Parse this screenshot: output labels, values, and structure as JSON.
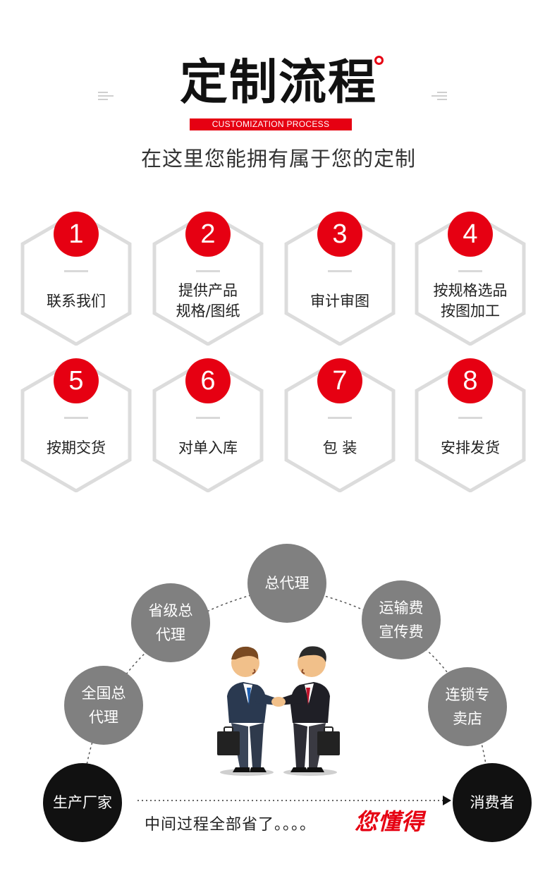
{
  "header": {
    "title": "定制流程",
    "subtitle": "CUSTOMIZATION PROCESS",
    "tagline": "在这里您能拥有属于您的定制"
  },
  "steps": [
    {
      "num": "1",
      "label": "联系我们"
    },
    {
      "num": "2",
      "label": "提供产品\n规格/图纸"
    },
    {
      "num": "3",
      "label": "审计审图"
    },
    {
      "num": "4",
      "label": "按规格选品\n按图加工"
    },
    {
      "num": "5",
      "label": "按期交货"
    },
    {
      "num": "6",
      "label": "对单入库"
    },
    {
      "num": "7",
      "label": "包 装"
    },
    {
      "num": "8",
      "label": "安排发货"
    }
  ],
  "chain": {
    "producer": "生产厂家",
    "national_agent": "全国总\n代理",
    "provincial_agent": "省级总\n代理",
    "general_agent": "总代理",
    "shipping": "运输费\n宣传费",
    "chain_store": "连锁专\n卖店",
    "consumer": "消费者"
  },
  "bottom": {
    "text": "中间过程全部省了。。。。",
    "slogan": "您懂得"
  },
  "colors": {
    "accent": "#e60012",
    "circle_gray": "#808080",
    "circle_black": "#111111",
    "hex_stroke": "#dcdcdc"
  }
}
